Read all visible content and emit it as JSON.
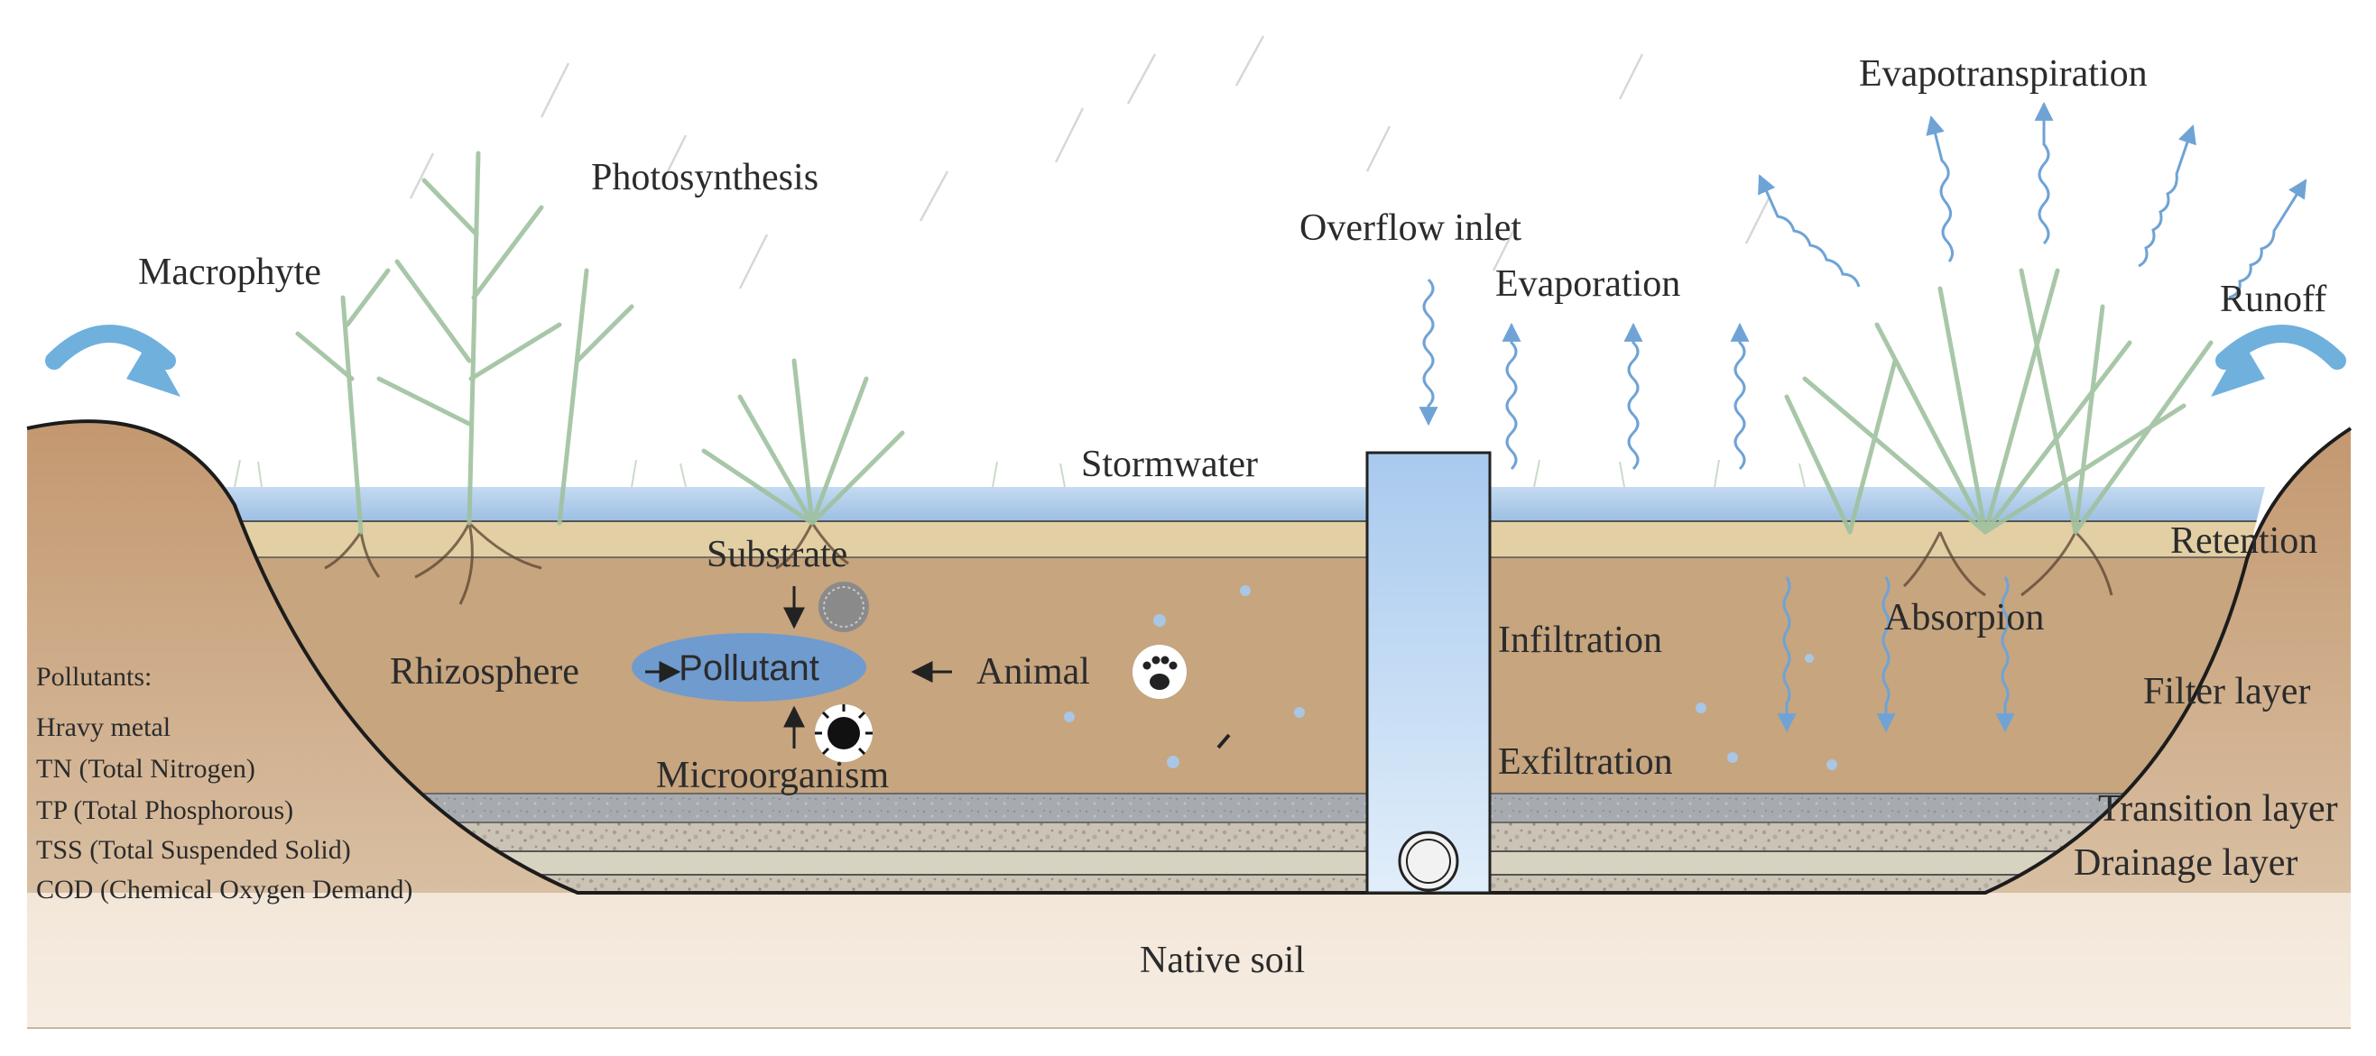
{
  "labels": {
    "macrophyte": "Macrophyte",
    "photosynthesis": "Photosynthesis",
    "overflow_inlet": "Overflow inlet",
    "evaporation": "Evaporation",
    "evapotranspiration": "Evapotranspiration",
    "runoff": "Runoff",
    "stormwater": "Stormwater",
    "substrate": "Substrate",
    "rhizosphere": "Rhizosphere",
    "pollutant": "Pollutant",
    "animal": "Animal",
    "microorganism": "Microorganism",
    "infiltration": "Infiltration",
    "exfiltration": "Exfiltration",
    "absorpion": "Absorpion",
    "retention": "Retention",
    "filter_layer": "Filter layer",
    "transition_layer": "Transition layer",
    "drainage_layer": "Drainage layer",
    "native_soil": "Native soil"
  },
  "pollutants": {
    "heading": "Pollutants:",
    "items": [
      "Hravy metal",
      "TN (Total Nitrogen)",
      "TP (Total Phosphorous)",
      "TSS (Total Suspended Solid)",
      "COD (Chemical Oxygen Demand)"
    ]
  },
  "colors": {
    "stormwater": "#aac8e8",
    "retention": "#e4cfa3",
    "filter": "#c7a47c",
    "transition": "#a9adb1",
    "drainage": "#c9c2b4",
    "native_soil": "#ead9c4",
    "berm": "#c9a07c",
    "pipe": "#bcd8f2",
    "arrow_blue": "#6fa3d6",
    "plant": "#9cbf9c",
    "pollutant": "#6f9bcf"
  }
}
